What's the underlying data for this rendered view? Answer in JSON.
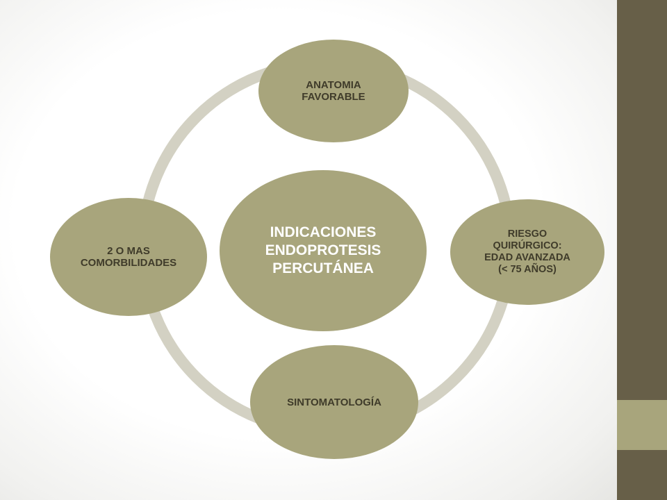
{
  "diagram": {
    "center": "INDICACIONES\nENDOPROTESIS\nPERCUTÁNEA",
    "nodes": {
      "top": "ANATOMIA\nFAVORABLE",
      "right": "RIESGO\nQUIRÚRGICO:\nEDAD AVANZADA\n(< 75 AÑOS)",
      "bottom": "SINTOMATOLOGÍA",
      "left": "2 O MAS\nCOMORBILIDADES"
    }
  },
  "colors": {
    "node_fill": "#a8a57c",
    "ring": "#d3d1c3",
    "sidebar": "#675f48",
    "sidebar_accent": "#a8a57c",
    "center_text": "#ffffff",
    "node_text": "#3f3b2a"
  }
}
